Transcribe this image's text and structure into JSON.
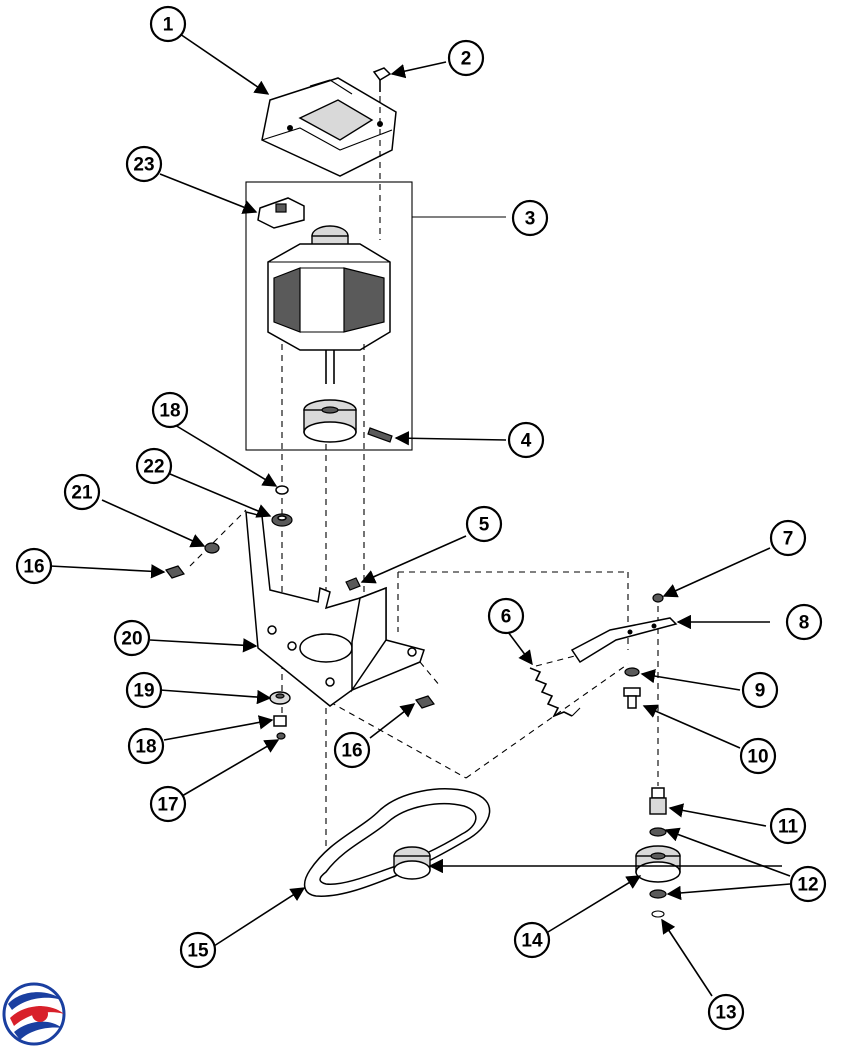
{
  "diagram": {
    "type": "exploded parts diagram",
    "part_labels": [
      {
        "id": "1",
        "text": "1"
      },
      {
        "id": "2",
        "text": "2"
      },
      {
        "id": "3",
        "text": "3"
      },
      {
        "id": "4",
        "text": "4"
      },
      {
        "id": "5",
        "text": "5"
      },
      {
        "id": "6",
        "text": "6"
      },
      {
        "id": "7",
        "text": "7"
      },
      {
        "id": "8",
        "text": "8"
      },
      {
        "id": "9",
        "text": "9"
      },
      {
        "id": "10",
        "text": "10"
      },
      {
        "id": "11",
        "text": "11"
      },
      {
        "id": "12",
        "text": "12"
      },
      {
        "id": "13",
        "text": "13"
      },
      {
        "id": "14",
        "text": "14"
      },
      {
        "id": "15",
        "text": "15"
      },
      {
        "id": "16",
        "text": "16"
      },
      {
        "id": "17",
        "text": "17"
      },
      {
        "id": "18",
        "text": "18"
      },
      {
        "id": "19",
        "text": "19"
      },
      {
        "id": "20",
        "text": "20"
      },
      {
        "id": "21",
        "text": "21"
      },
      {
        "id": "22",
        "text": "22"
      },
      {
        "id": "23",
        "text": "23"
      }
    ],
    "logo": {
      "name": "brand-logo",
      "colors": [
        "#1a3fa0",
        "#d8202a"
      ]
    }
  }
}
